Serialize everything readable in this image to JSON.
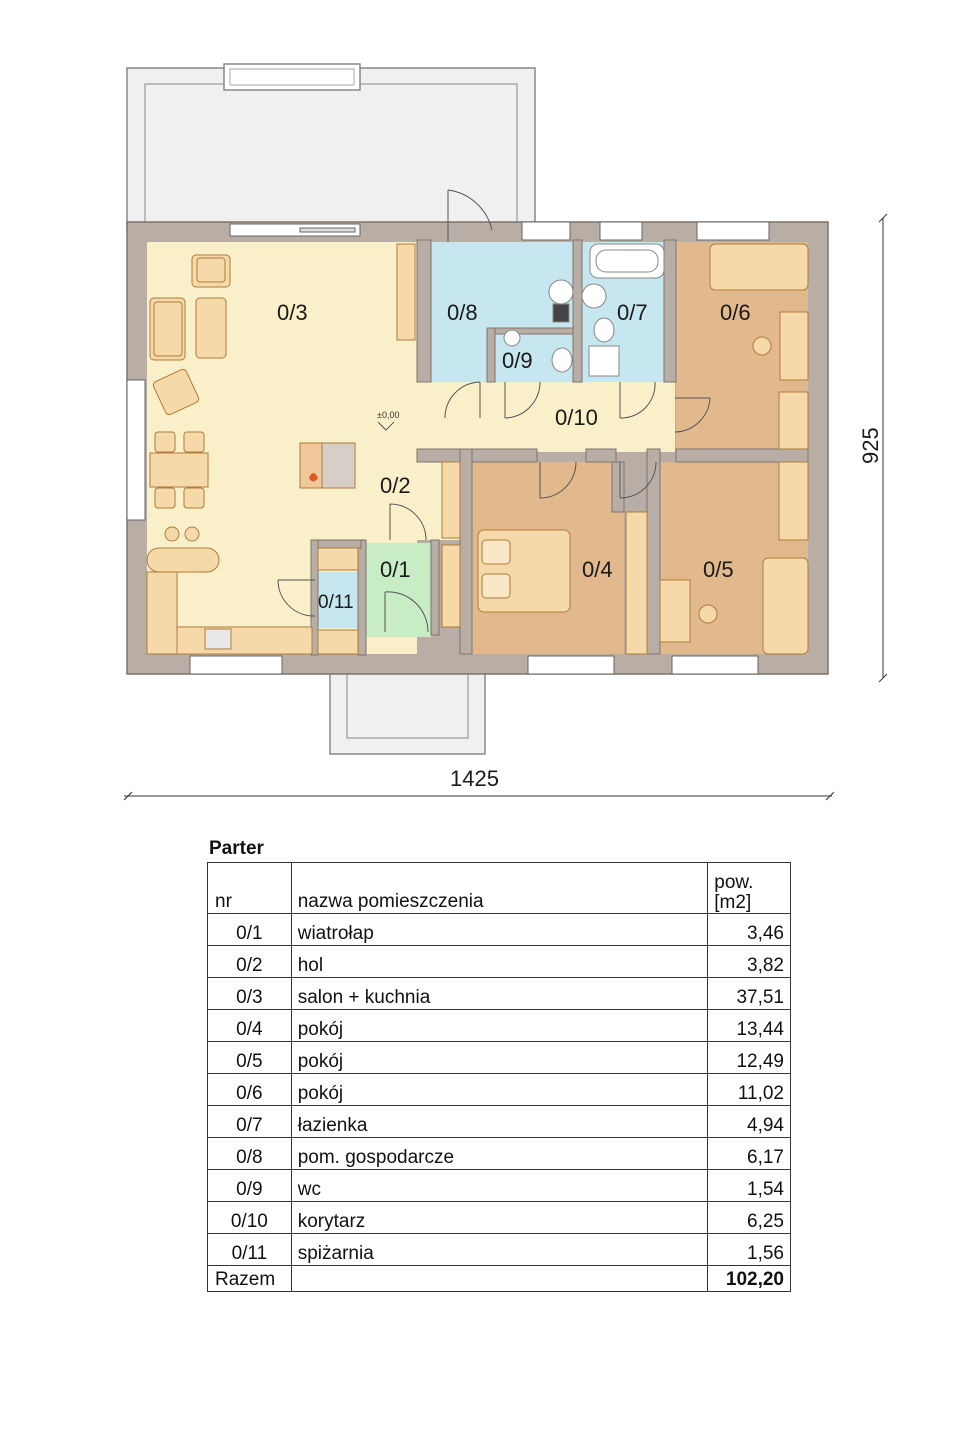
{
  "rooms": {
    "r01": "0/1",
    "r02": "0/2",
    "r03": "0/3",
    "r04": "0/4",
    "r05": "0/5",
    "r06": "0/6",
    "r07": "0/7",
    "r08": "0/8",
    "r09": "0/9",
    "r10": "0/10",
    "r11": "0/11"
  },
  "level_mark": "±0,00",
  "dimensions": {
    "width": "1425",
    "depth": "925"
  },
  "colors": {
    "living": "#f9f0c9",
    "wet": "#c6e6f0",
    "bedroom": "#e2b98d",
    "vestibule": "#c8ecc4",
    "wall": "#b9aea5",
    "terrace": "#f0f0f0",
    "furniture": "#f5d9a8"
  },
  "table": {
    "title": "Parter",
    "header": {
      "nr": "nr",
      "name": "nazwa pomieszczenia",
      "area_line1": "pow.",
      "area_line2": "[m2]"
    },
    "rows": [
      {
        "nr": "0/1",
        "name": "wiatrołap",
        "area": "3,46"
      },
      {
        "nr": "0/2",
        "name": "hol",
        "area": "3,82"
      },
      {
        "nr": "0/3",
        "name": "salon + kuchnia",
        "area": "37,51"
      },
      {
        "nr": "0/4",
        "name": "pokój",
        "area": "13,44"
      },
      {
        "nr": "0/5",
        "name": "pokój",
        "area": "12,49"
      },
      {
        "nr": "0/6",
        "name": "pokój",
        "area": "11,02"
      },
      {
        "nr": "0/7",
        "name": "łazienka",
        "area": "4,94"
      },
      {
        "nr": "0/8",
        "name": "pom. gospodarcze",
        "area": "6,17"
      },
      {
        "nr": "0/9",
        "name": "wc",
        "area": "1,54"
      },
      {
        "nr": "0/10",
        "name": "korytarz",
        "area": "6,25"
      },
      {
        "nr": "0/11",
        "name": "spiżarnia",
        "area": "1,56"
      }
    ],
    "total": {
      "label": "Razem",
      "area": "102,20"
    }
  }
}
